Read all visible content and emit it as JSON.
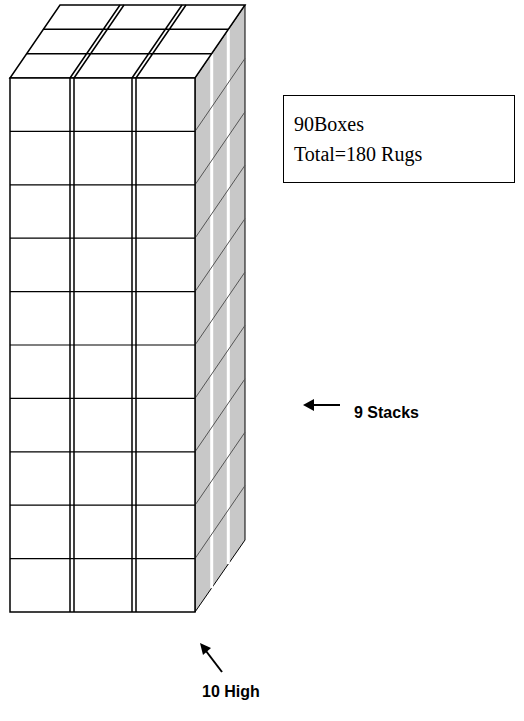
{
  "diagram": {
    "nodes": [
      {
        "text": [
          "90Boxes",
          "Total=180 Rugs"
        ]
      }
    ],
    "labels": [
      "9 Stacks",
      "10 High"
    ]
  }
}
